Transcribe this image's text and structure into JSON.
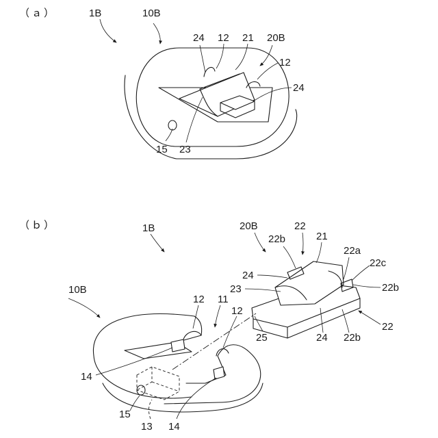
{
  "panels": {
    "a": {
      "label": "（ａ）",
      "refs": {
        "r1B": "1B",
        "r10B": "10B",
        "r24_top": "24",
        "r12_top": "12",
        "r21": "21",
        "r20B": "20B",
        "r12_right": "12",
        "r24_right": "24",
        "r15": "15",
        "r23": "23"
      }
    },
    "b": {
      "label": "（ｂ）",
      "refs": {
        "r1B": "1B",
        "r20B": "20B",
        "r22_top": "22",
        "r22b_top": "22b",
        "r21": "21",
        "r22a": "22a",
        "r22c": "22c",
        "r24_left": "24",
        "r22b_right": "22b",
        "r23": "23",
        "r10B": "10B",
        "r12_left": "12",
        "r11": "11",
        "r12_mid": "12",
        "r22_right": "22",
        "r25": "25",
        "r24_bottom": "24",
        "r22b_bottom": "22b",
        "r14_left": "14",
        "r15": "15",
        "r13": "13",
        "r14_bottom": "14"
      }
    }
  }
}
